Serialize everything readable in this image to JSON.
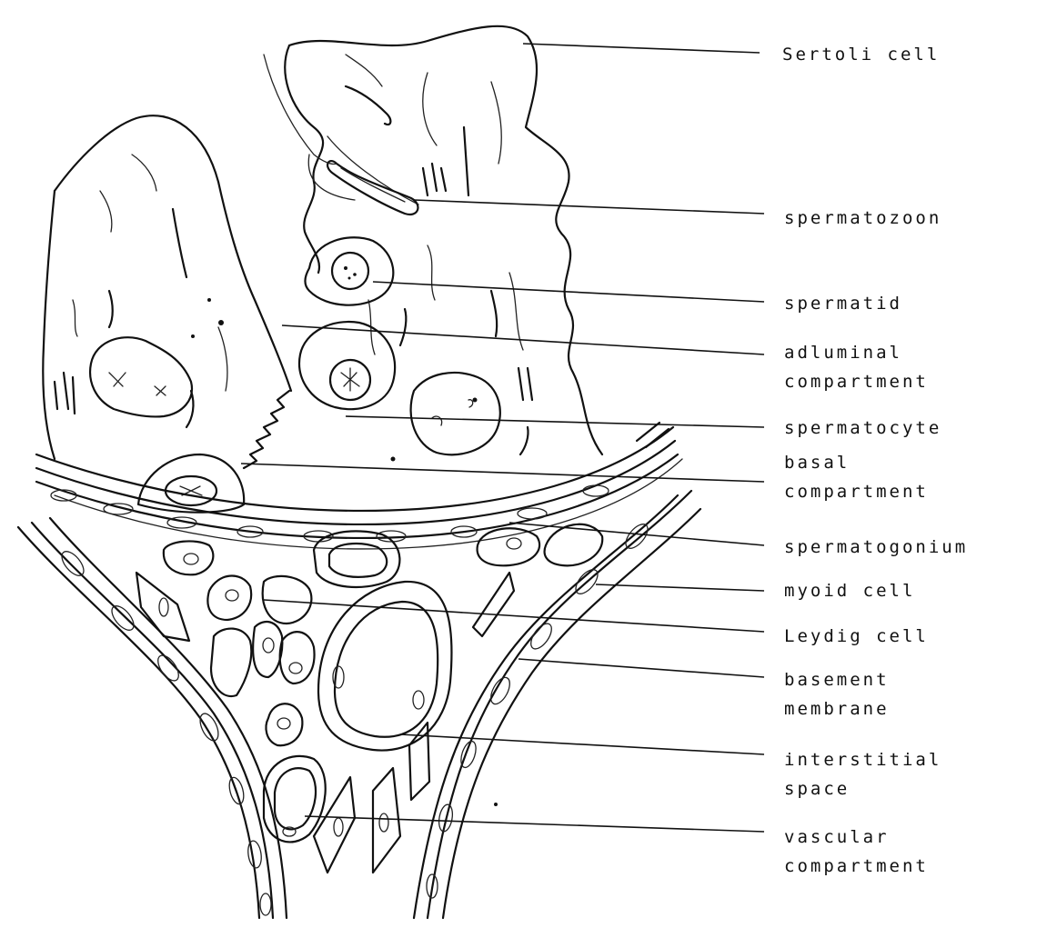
{
  "labels": {
    "sertoli_cell": "Sertoli cell",
    "spermatozoon": "spermatozoon",
    "spermatid": "spermatid",
    "adluminal_line1": "adluminal",
    "adluminal_line2": "compartment",
    "spermatocyte": "spermatocyte",
    "basal_line1": "basal",
    "basal_line2": "compartment",
    "spermatogonium": "spermatogonium",
    "myoid_cell": "myoid cell",
    "leydig_cell": "Leydig cell",
    "basement_line1": "basement",
    "basement_line2": "membrane",
    "interstitial_line1": "interstitial",
    "interstitial_line2": "space",
    "vascular_line1": "vascular",
    "vascular_line2": "compartment"
  },
  "colors": {
    "ink": "#111111",
    "background": "#ffffff"
  }
}
